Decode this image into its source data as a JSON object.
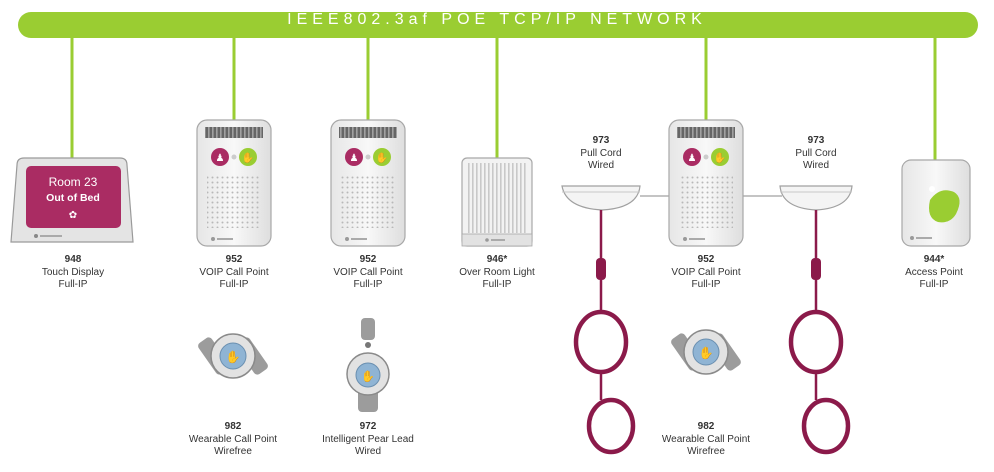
{
  "network": {
    "title": "IEEE802.3af POE TCP/IP NETWORK",
    "bus_color": "#9acd32",
    "cord_color": "#8b1a4a"
  },
  "display": {
    "room": "Room 23",
    "status": "Out of Bed"
  },
  "devices": [
    {
      "id": "948",
      "name": "Touch Display",
      "type": "Full-IP"
    },
    {
      "id": "952",
      "name": "VOIP Call Point",
      "type": "Full-IP"
    },
    {
      "id": "952",
      "name": "VOIP Call Point",
      "type": "Full-IP"
    },
    {
      "id": "946*",
      "name": "Over Room Light",
      "type": "Full-IP"
    },
    {
      "id": "973",
      "name": "Pull Cord",
      "type": "Wired"
    },
    {
      "id": "952",
      "name": "VOIP Call Point",
      "type": "Full-IP"
    },
    {
      "id": "973",
      "name": "Pull Cord",
      "type": "Wired"
    },
    {
      "id": "944*",
      "name": "Access Point",
      "type": "Full-IP"
    },
    {
      "id": "982",
      "name": "Wearable Call Point",
      "type": "Wirefree"
    },
    {
      "id": "972",
      "name": "Intelligent Pear Lead",
      "type": "Wired"
    },
    {
      "id": "982",
      "name": "Wearable Call Point",
      "type": "Wirefree"
    }
  ]
}
